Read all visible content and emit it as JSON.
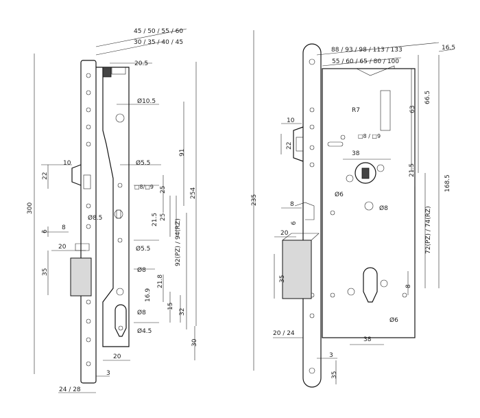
{
  "left_view": {
    "top_dims": [
      "45 / 50 / 55 / 60",
      "30 / 35 / 40 / 45",
      "20.5"
    ],
    "diameters": [
      "Ø10.5",
      "Ø5.5",
      "Ø8.5",
      "Ø5.5",
      "Ø8",
      "Ø8",
      "Ø4.5"
    ],
    "square": "□8/□9",
    "vertical_dims": [
      "91",
      "25",
      "25",
      "21.5",
      "254",
      "92(PZ) / 94(RZ)",
      "21.8",
      "16.9",
      "15",
      "32",
      "30",
      "300",
      "22",
      "6",
      "35"
    ],
    "horizontal_dims": [
      "10",
      "8",
      "20",
      "20",
      "3",
      "24 / 28"
    ]
  },
  "right_view": {
    "top_dims": [
      "88 / 93 / 98 / 113 / 133",
      "55 / 60 / 65 / 80 / 100",
      "16.5"
    ],
    "radius": "R7",
    "square": "□8 / □9",
    "diameters": [
      "Ø6",
      "Ø8",
      "Ø6"
    ],
    "vertical_dims": [
      "63",
      "66.5",
      "21.5",
      "168.5",
      "72(PZ)  /  74(RZ)",
      "235",
      "22",
      "35",
      "8",
      "35"
    ],
    "horizontal_dims": [
      "10",
      "38",
      "8",
      "6",
      "20",
      "38",
      "20 / 24",
      "3"
    ]
  }
}
